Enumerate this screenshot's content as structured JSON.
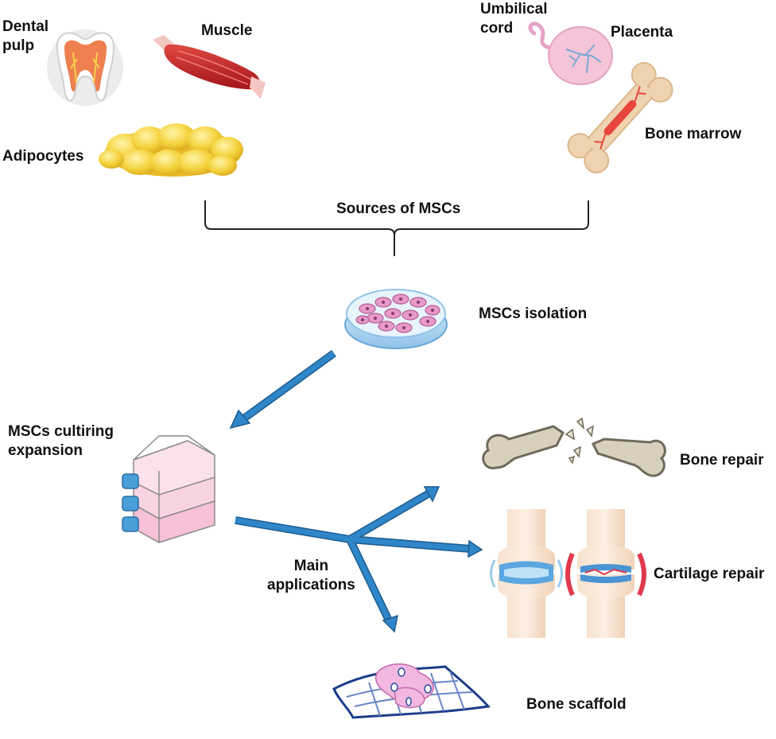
{
  "sources": {
    "dental_pulp": "Dental\npulp",
    "muscle": "Muscle",
    "adipocytes": "Adipocytes",
    "umbilical_cord": "Umbilical\ncord",
    "placenta": "Placenta",
    "bone_marrow": "Bone marrow",
    "group_label": "Sources of MSCs"
  },
  "steps": {
    "isolation": "MSCs isolation",
    "culturing": "MSCs cultiring\nexpansion",
    "main_applications": "Main\napplications"
  },
  "applications": {
    "bone_repair": "Bone repair",
    "cartilage_repair": "Cartilage repair",
    "bone_scaffold": "Bone scaffold"
  },
  "colors": {
    "arrow": "#2f86c8",
    "arrow_stroke": "#1d5c8f",
    "cell_pink": "#e79ac9",
    "fat_yellow": "#f4d23c",
    "muscle_red": "#c8242a",
    "bone_beige": "#efd3b0"
  }
}
